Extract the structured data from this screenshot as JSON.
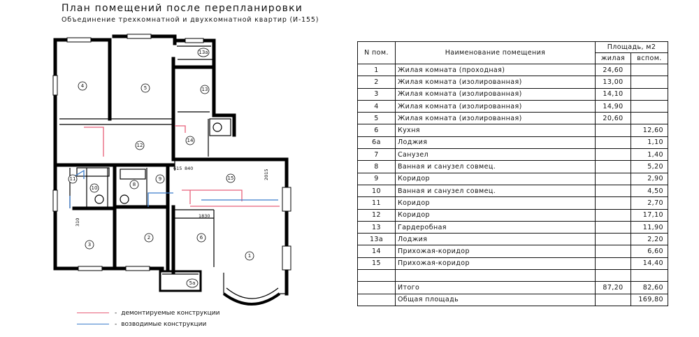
{
  "title": "План помещений после перепланировки",
  "subtitle": "Объединение трехкомнатной и двухкомнатной квартир (И-155)",
  "plan": {
    "room_labels": [
      "1",
      "2",
      "3",
      "4",
      "5",
      "6",
      "8",
      "9",
      "10",
      "11",
      "12",
      "13",
      "13а",
      "14",
      "15",
      "5а"
    ],
    "dimensions": [
      "615",
      "840",
      "1830",
      "2015",
      "310"
    ]
  },
  "legend": [
    {
      "label": "демонтируемые конструкции",
      "color": "#e8607a"
    },
    {
      "label": "возводимые конструкции",
      "color": "#3a7ccc"
    }
  ],
  "table": {
    "headers": {
      "num": "N пом.",
      "name": "Наименование помещения",
      "area": "Площадь,  м2",
      "living": "жилая",
      "aux": "вспом."
    },
    "rows": [
      {
        "n": "1",
        "name": "Жилая комната (проходная)",
        "living": "24,60",
        "aux": ""
      },
      {
        "n": "2",
        "name": "Жилая комната (изолированная)",
        "living": "13,00",
        "aux": ""
      },
      {
        "n": "3",
        "name": "Жилая комната (изолированная)",
        "living": "14,10",
        "aux": ""
      },
      {
        "n": "4",
        "name": "Жилая комната (изолированная)",
        "living": "14,90",
        "aux": ""
      },
      {
        "n": "5",
        "name": "Жилая комната (изолированная)",
        "living": "20,60",
        "aux": ""
      },
      {
        "n": "6",
        "name": "Кухня",
        "living": "",
        "aux": "12,60"
      },
      {
        "n": "6а",
        "name": "Лоджия",
        "living": "",
        "aux": "1,10"
      },
      {
        "n": "7",
        "name": "Санузел",
        "living": "",
        "aux": "1,40"
      },
      {
        "n": "8",
        "name": "Ванная и санузел совмец.",
        "living": "",
        "aux": "5,20"
      },
      {
        "n": "9",
        "name": "Коридор",
        "living": "",
        "aux": "2,90"
      },
      {
        "n": "10",
        "name": "Ванная и санузел совмец.",
        "living": "",
        "aux": "4,50"
      },
      {
        "n": "11",
        "name": "Коридор",
        "living": "",
        "aux": "2,70"
      },
      {
        "n": "12",
        "name": "Коридор",
        "living": "",
        "aux": "17,10"
      },
      {
        "n": "13",
        "name": "Гардеробная",
        "living": "",
        "aux": "11,90"
      },
      {
        "n": "13а",
        "name": "Лоджия",
        "living": "",
        "aux": "2,20"
      },
      {
        "n": "14",
        "name": "Прихожая-коридор",
        "living": "",
        "aux": "6,60"
      },
      {
        "n": "15",
        "name": "Прихожая-коридор",
        "living": "",
        "aux": "14,40"
      },
      {
        "n": "",
        "name": "",
        "living": "",
        "aux": ""
      },
      {
        "n": "",
        "name": "Итого",
        "living": "87,20",
        "aux": "82,60"
      },
      {
        "n": "",
        "name": "Общая площадь",
        "living": "",
        "aux": "169,80"
      }
    ]
  }
}
